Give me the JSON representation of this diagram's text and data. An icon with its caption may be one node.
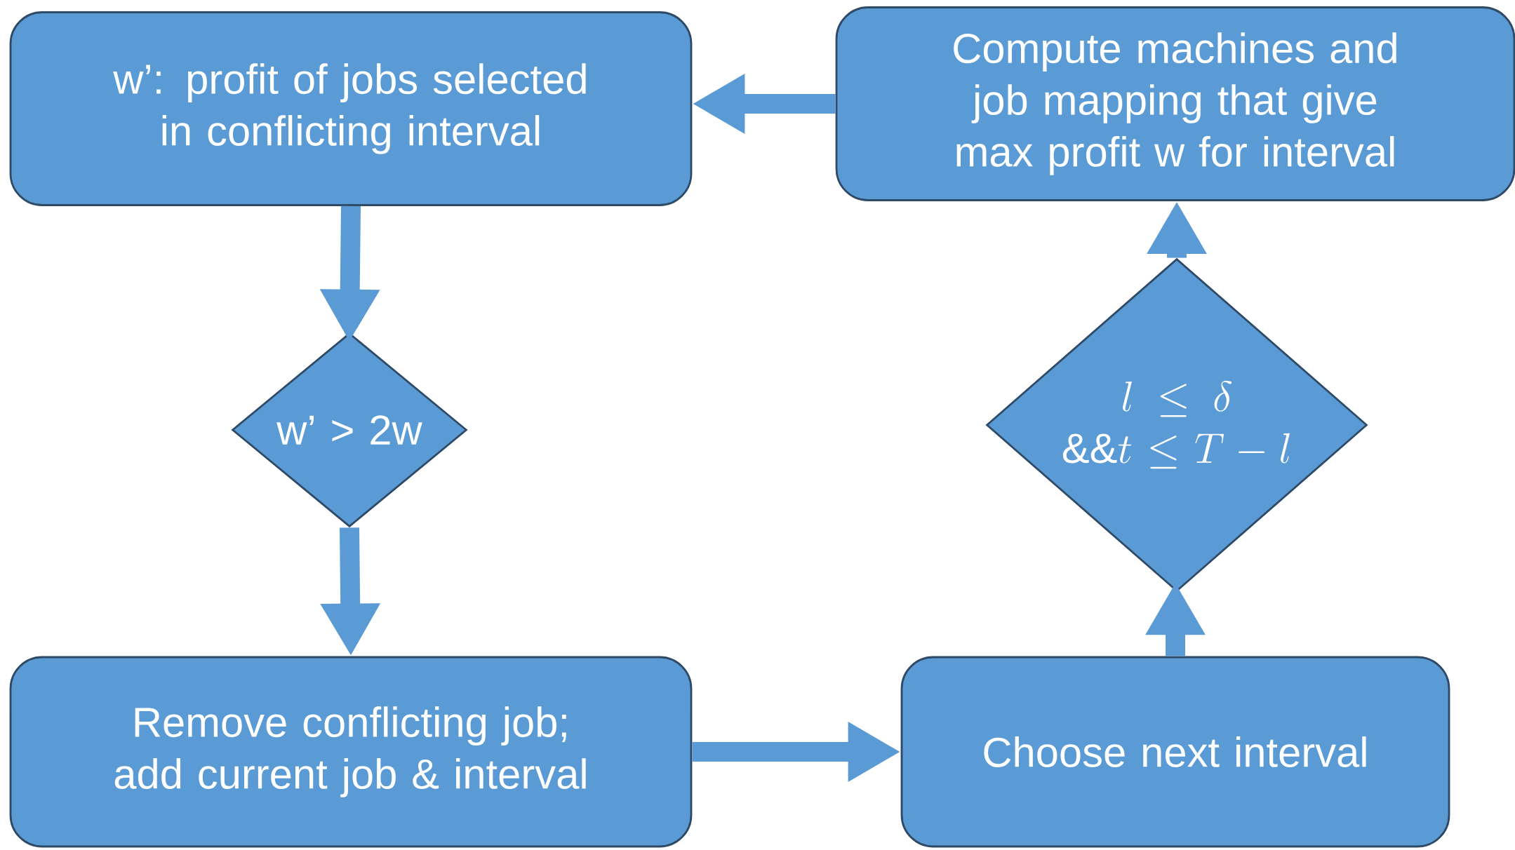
{
  "diagram": {
    "nodes": [
      {
        "text": [
          "w’: profit of jobs selected in conflicting interval"
        ]
      },
      {
        "text": [
          "Compute machines and job mapping that give max profit w for interval"
        ]
      },
      {
        "text": [
          "w’ > 2w"
        ]
      },
      {
        "text": [
          "l \\leq \\delta",
          "\\&\\& t \\leq T - l"
        ]
      },
      {
        "text": [
          "Remove conflicting job; add current job & interval"
        ]
      },
      {
        "text": [
          "Choose next interval"
        ]
      }
    ],
    "edges": [
      {
        "from": 1,
        "to": 0,
        "arrow": "to"
      },
      {
        "from": 0,
        "to": 2,
        "arrow": "to"
      },
      {
        "from": 2,
        "to": 4,
        "arrow": "to"
      },
      {
        "from": 4,
        "to": 5,
        "arrow": "to"
      },
      {
        "from": 5,
        "to": 3,
        "arrow": "to"
      },
      {
        "from": 3,
        "to": 1,
        "arrow": "to"
      }
    ]
  }
}
